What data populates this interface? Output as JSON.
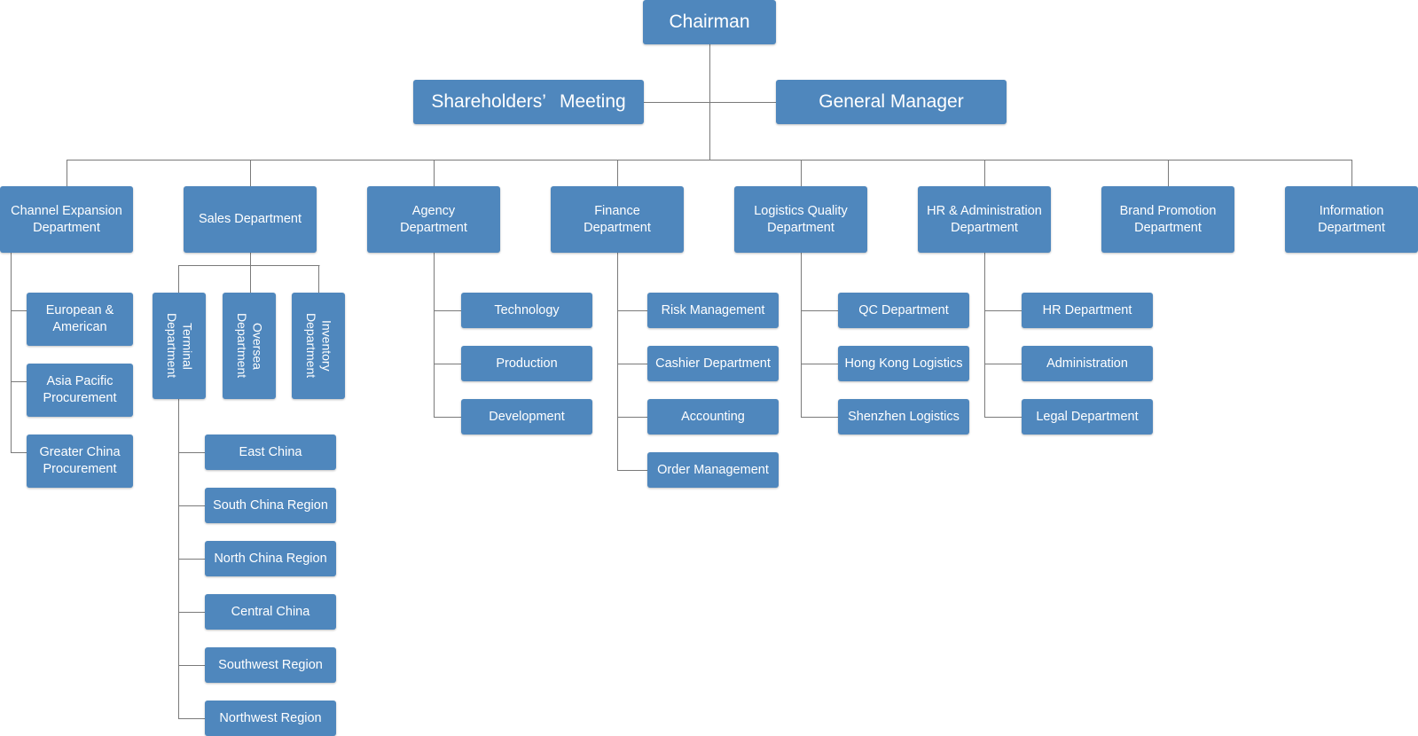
{
  "chairman": "Chairman",
  "shareholders": "Shareholders’ Meeting",
  "general_manager": "General Manager",
  "departments": {
    "channel": "Channel Expansion\nDepartment",
    "sales": "Sales Department",
    "agency": "Agency\nDepartment",
    "finance": "Finance\nDepartment",
    "logistics": "Logistics Quality\nDepartment",
    "hr_admin": "HR & Administration\nDepartment",
    "brand": "Brand Promotion\nDepartment",
    "information": "Information\nDepartment"
  },
  "channel_subs": [
    "European &\nAmerican",
    "Asia Pacific\nProcurement",
    "Greater China\nProcurement"
  ],
  "sales_subs": [
    "Terminal\nDepartment",
    "Oversea\nDepartment",
    "Inventory\nDepartment"
  ],
  "terminal_regions": [
    "East China",
    "South China Region",
    "North China Region",
    "Central China",
    "Southwest Region",
    "Northwest Region"
  ],
  "agency_subs": [
    "Technology",
    "Production",
    "Development"
  ],
  "finance_subs": [
    "Risk Management",
    "Cashier Department",
    "Accounting",
    "Order Management"
  ],
  "logistics_subs": [
    "QC Department",
    "Hong Kong Logistics",
    "Shenzhen Logistics"
  ],
  "hr_subs": [
    "HR Department",
    "Administration",
    "Legal Department"
  ],
  "colors": {
    "node": "#4f87bd",
    "line": "#7a7a7a",
    "text": "#ffffff"
  }
}
